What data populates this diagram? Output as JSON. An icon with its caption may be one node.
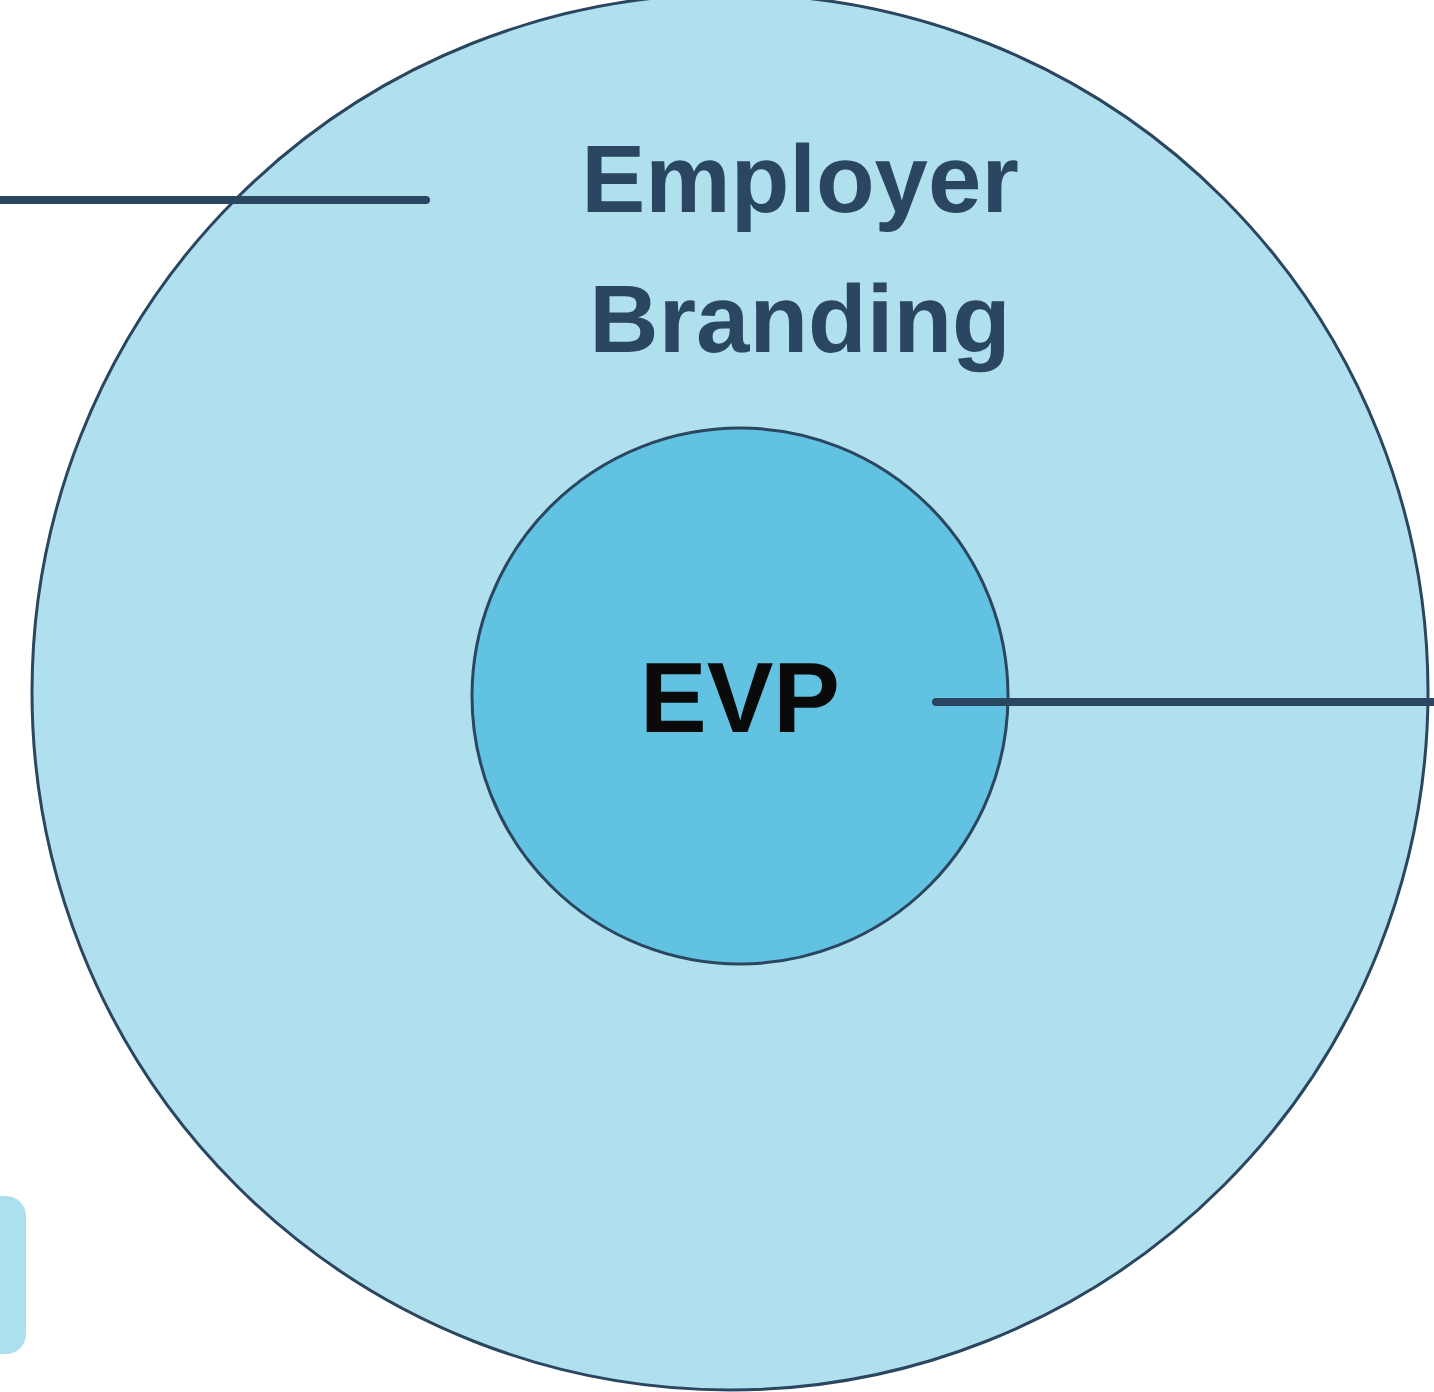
{
  "diagram": {
    "nodes": [
      {
        "text": [
          "Employer Branding"
        ]
      },
      {
        "text": [
          "EVP"
        ],
        "in": 0
      }
    ],
    "edges": [
      {
        "from": null,
        "to": 0,
        "arrow": "none"
      },
      {
        "from": 1,
        "to": null,
        "arrow": "none"
      }
    ]
  }
}
